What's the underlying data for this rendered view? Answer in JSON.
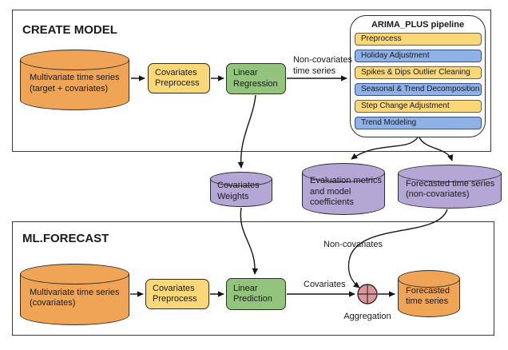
{
  "palette": {
    "orange": "#F0A455",
    "yellow": "#FAD878",
    "green": "#93C47D",
    "blue": "#8FB1E5",
    "purple": "#B4A7D6",
    "pink": "#E09699"
  },
  "sections": {
    "create_model": {
      "title": "CREATE MODEL"
    },
    "ml_forecast": {
      "title": "ML.FORECAST"
    }
  },
  "pipeline": {
    "title": "ARIMA_PLUS pipeline",
    "items": [
      {
        "label": "Preprocess",
        "fill": "#FAD878",
        "border": "#6e6142"
      },
      {
        "label": "Holiday Adjustment",
        "fill": "#8FB1E5",
        "border": "#31548e"
      },
      {
        "label": "Spikes & Dips Outlier Cleaning",
        "fill": "#FAD878",
        "border": "#6e6142"
      },
      {
        "label": "Seasonal & Trend Decomposition",
        "fill": "#8FB1E5",
        "border": "#31548e"
      },
      {
        "label": "Step Change Adjustment",
        "fill": "#FAD878",
        "border": "#6e6142"
      },
      {
        "label": "Trend Modeling",
        "fill": "#8FB1E5",
        "border": "#31548e"
      }
    ]
  },
  "nodes": {
    "train_source": {
      "label": "Multivariate time series\n(target + covariates)"
    },
    "train_preprocess": {
      "label": "Covariates\nPreprocess"
    },
    "linear_regression": {
      "label": "Linear\nRegression"
    },
    "covariates_weights": {
      "label": "Covariates\nWeights"
    },
    "evaluation_metrics": {
      "label": "Evaluation metrics\nand model\ncoefficients"
    },
    "forecast_noncov": {
      "label": "Forecasted time series\n(non-covariates)"
    },
    "predict_source": {
      "label": "Multivariate time series\n(covariates)"
    },
    "predict_preprocess": {
      "label": "Covariates\nPreprocess"
    },
    "linear_prediction": {
      "label": "Linear\nPrediction"
    },
    "aggregation": {
      "label": "Aggregation"
    },
    "forecast_final": {
      "label": "Forecasted\ntime series"
    }
  },
  "edges": {
    "noncovariates_time_series": "Non-covariates\ntime series",
    "covariates": "Covariates",
    "non_covariates": "Non-covariates"
  }
}
